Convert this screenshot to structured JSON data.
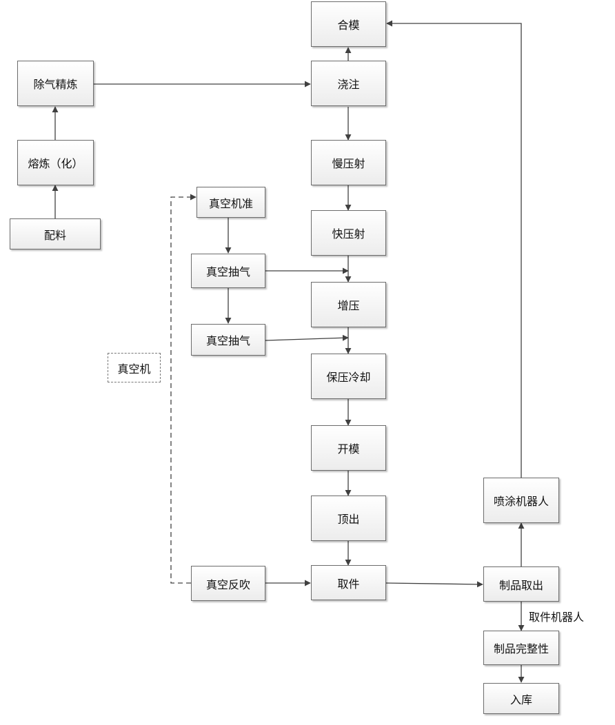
{
  "nodes": {
    "hemo": "合模",
    "jiaozhu": "浇注",
    "chuqi_jinglian": "除气精炼",
    "ronglian": "熔炼（化）",
    "peiliao": "配料",
    "manyashe": "慢压射",
    "kuaiyashe": "快压射",
    "zengya": "增压",
    "baoya_lengque": "保压冷却",
    "kaimo": "开模",
    "dingchu": "顶出",
    "qujian": "取件",
    "zhenkongji_zhun": "真空机准",
    "zhenkong_chouqi_1": "真空抽气",
    "zhenkong_chouqi_2": "真空抽气",
    "zhenkong_fanchui": "真空反吹",
    "zhenkongji": "真空机",
    "penti_jiqiren": "喷涂机器人",
    "zhipin_quchu": "制品取出",
    "zhipin_wanzhengxing": "制品完整性",
    "ruku": "入库"
  },
  "labels": {
    "qujian_jiqiren": "取件机器人"
  },
  "colors": {
    "stroke": "#404040",
    "box_border": "#6b6b6b",
    "box_fill_top": "#ffffff",
    "box_fill_bottom": "#ececec"
  }
}
